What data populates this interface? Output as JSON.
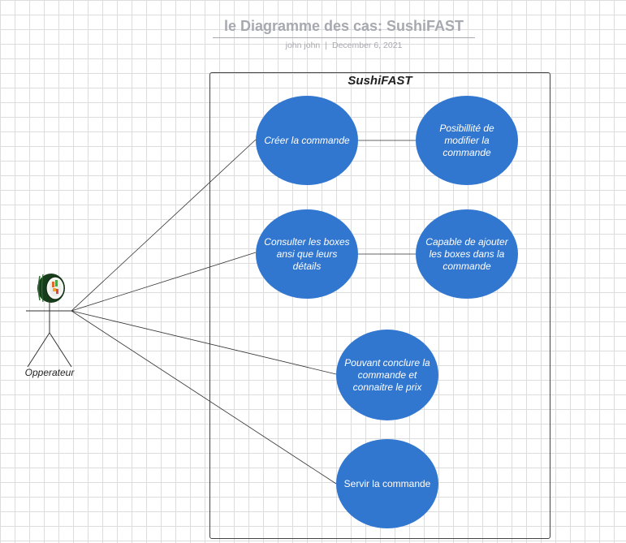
{
  "diagram": {
    "title": "le Diagramme des cas: SushiFAST",
    "author": "john john",
    "separator": "|",
    "date": "December 6, 2021",
    "system_name": "SushiFAST",
    "actor": {
      "name": "Opperateur",
      "icon": "sushi-roll-icon"
    },
    "use_cases": [
      {
        "id": "creer",
        "label": "Créer la commande"
      },
      {
        "id": "modifier",
        "label": "Posibillité de modifier la commande"
      },
      {
        "id": "consulter",
        "label": "Consulter les boxes ansi que leurs détails"
      },
      {
        "id": "ajouter",
        "label": "Capable de ajouter les boxes dans la commande"
      },
      {
        "id": "conclure",
        "label": "Pouvant conclure la commande et connaitre le prix"
      },
      {
        "id": "servir",
        "label": "Servir la commande"
      }
    ],
    "associations": [
      [
        "actor",
        "creer"
      ],
      [
        "actor",
        "consulter"
      ],
      [
        "actor",
        "conclure"
      ],
      [
        "actor",
        "servir"
      ],
      [
        "creer",
        "modifier"
      ],
      [
        "consulter",
        "ajouter"
      ]
    ],
    "colors": {
      "use_case_fill": "#3277cf",
      "use_case_text": "#ffffff",
      "title_text": "#a7a9b0",
      "line": "#333333",
      "grid": "#dcdcdc"
    }
  }
}
